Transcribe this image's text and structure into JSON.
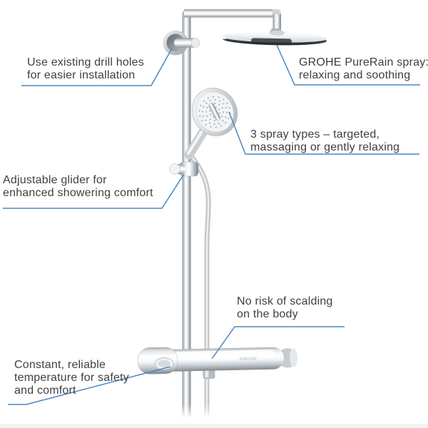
{
  "colors": {
    "callout_line": "#4a86c4",
    "text": "#3f3f41",
    "background": "#ffffff",
    "chrome_dark": "#7b828a",
    "chrome_light": "#ffffff"
  },
  "product": {
    "name": "GROHE shower system",
    "valve_logo": "GROHE"
  },
  "callouts": [
    {
      "id": "drill-holes",
      "lines": [
        "Use existing drill holes",
        "for easier installation"
      ]
    },
    {
      "id": "purerain",
      "lines": [
        "GROHE PureRain spray:",
        "relaxing and soothing"
      ]
    },
    {
      "id": "spray-types",
      "lines": [
        "3 spray types – targeted,",
        "massaging or gently relaxing"
      ]
    },
    {
      "id": "glider",
      "lines": [
        "Adjustable glider for",
        "enhanced showering comfort"
      ]
    },
    {
      "id": "scalding",
      "lines": [
        "No risk of scalding",
        "on the body"
      ]
    },
    {
      "id": "temperature",
      "lines": [
        "Constant, reliable",
        "temperature for safety",
        "and comfort"
      ]
    }
  ]
}
